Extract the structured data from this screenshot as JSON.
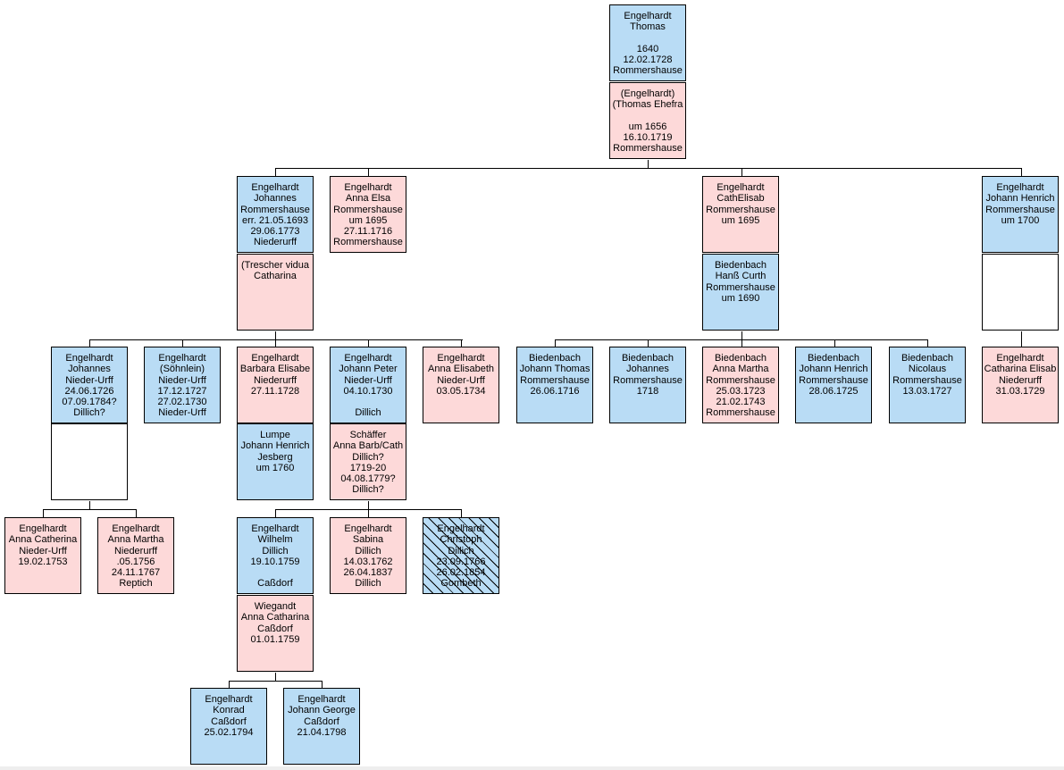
{
  "colors": {
    "male": "#b9dcf5",
    "female": "#fdd9d9"
  },
  "people": [
    {
      "id": "thomas",
      "sex": "m",
      "lines": [
        "Engelhardt",
        "Thomas",
        "",
        "1640",
        "12.02.1728",
        "Rommershause"
      ]
    },
    {
      "id": "thomas_wife",
      "sex": "f",
      "lines": [
        "(Engelhardt)",
        "(Thomas Ehefra",
        "",
        "um 1656",
        "16.10.1719",
        "Rommershause"
      ]
    },
    {
      "id": "johannes",
      "sex": "m",
      "lines": [
        "Engelhardt",
        "Johannes",
        "Rommershause",
        "err. 21.05.1693",
        "29.06.1773",
        "Niederurff"
      ]
    },
    {
      "id": "johannes_wife",
      "sex": "f",
      "lines": [
        "(Trescher vidua",
        "Catharina"
      ]
    },
    {
      "id": "anna_elsa",
      "sex": "f",
      "lines": [
        "Engelhardt",
        "Anna Elsa",
        "Rommershause",
        "um 1695",
        "27.11.1716",
        "Rommershause"
      ]
    },
    {
      "id": "cathelisab",
      "sex": "f",
      "lines": [
        "Engelhardt",
        "CathElisab",
        "Rommershause",
        "um 1695"
      ]
    },
    {
      "id": "biedenbach_hans",
      "sex": "m",
      "lines": [
        "Biedenbach",
        "Hanß Curth",
        "Rommershause",
        "um 1690"
      ]
    },
    {
      "id": "johann_henrich",
      "sex": "m",
      "lines": [
        "Engelhardt",
        "Johann Henrich",
        "Rommershause",
        "um 1700"
      ]
    },
    {
      "id": "johann_henrich_spouse",
      "sex": "e",
      "lines": []
    },
    {
      "id": "johannes2",
      "sex": "m",
      "lines": [
        "Engelhardt",
        "Johannes",
        "Nieder-Urff",
        "24.06.1726",
        "07.09.1784?",
        "Dillich?"
      ]
    },
    {
      "id": "johannes2_spouse",
      "sex": "e",
      "lines": []
    },
    {
      "id": "soehnlein",
      "sex": "m",
      "lines": [
        "Engelhardt",
        "(Söhnlein)",
        "Nieder-Urff",
        "17.12.1727",
        "27.02.1730",
        "Nieder-Urff"
      ]
    },
    {
      "id": "barbara",
      "sex": "f",
      "lines": [
        "Engelhardt",
        "Barbara Elisabe",
        "Niederurff",
        "27.11.1728"
      ]
    },
    {
      "id": "lumpe",
      "sex": "m",
      "lines": [
        "Lumpe",
        "Johann Henrich",
        "Jesberg",
        "um 1760"
      ]
    },
    {
      "id": "johann_peter",
      "sex": "m",
      "lines": [
        "Engelhardt",
        "Johann Peter",
        "Nieder-Urff",
        "04.10.1730",
        "",
        "Dillich"
      ]
    },
    {
      "id": "schaeffer",
      "sex": "f",
      "lines": [
        "Schäffer",
        "Anna Barb/Cath",
        "Dillich?",
        "1719-20",
        "04.08.1779?",
        "Dillich?"
      ]
    },
    {
      "id": "anna_elisabeth",
      "sex": "f",
      "lines": [
        "Engelhardt",
        "Anna Elisabeth",
        "Nieder-Urff",
        "03.05.1734"
      ]
    },
    {
      "id": "bb_johann_thomas",
      "sex": "m",
      "lines": [
        "Biedenbach",
        "Johann Thomas",
        "Rommershause",
        "26.06.1716"
      ]
    },
    {
      "id": "bb_johannes",
      "sex": "m",
      "lines": [
        "Biedenbach",
        "Johannes",
        "Rommershause",
        "1718"
      ]
    },
    {
      "id": "bb_anna_martha",
      "sex": "f",
      "lines": [
        "Biedenbach",
        "Anna Martha",
        "Rommershause",
        "25.03.1723",
        "21.02.1743",
        "Rommershause"
      ]
    },
    {
      "id": "bb_johann_henrich",
      "sex": "m",
      "lines": [
        "Biedenbach",
        "Johann Henrich",
        "Rommershause",
        "28.06.1725"
      ]
    },
    {
      "id": "bb_nicolaus",
      "sex": "m",
      "lines": [
        "Biedenbach",
        "Nicolaus",
        "Rommershause",
        "13.03.1727"
      ]
    },
    {
      "id": "catharina_elisab",
      "sex": "f",
      "lines": [
        "Engelhardt",
        "Catharina Elisab",
        "Niederurff",
        "31.03.1729"
      ]
    },
    {
      "id": "anna_catherina",
      "sex": "f",
      "lines": [
        "Engelhardt",
        "Anna Catherina",
        "Nieder-Urff",
        "19.02.1753"
      ]
    },
    {
      "id": "anna_martha",
      "sex": "f",
      "lines": [
        "Engelhardt",
        "Anna Martha",
        "Niederurff",
        ".05.1756",
        "24.11.1767",
        "Reptich"
      ]
    },
    {
      "id": "wilhelm",
      "sex": "m",
      "lines": [
        "Engelhardt",
        "Wilhelm",
        "Dillich",
        "19.10.1759",
        "",
        "Caßdorf"
      ]
    },
    {
      "id": "wiegandt",
      "sex": "f",
      "lines": [
        "Wiegandt",
        "Anna Catharina",
        "Caßdorf",
        "01.01.1759"
      ]
    },
    {
      "id": "sabina",
      "sex": "f",
      "lines": [
        "Engelhardt",
        "Sabina",
        "Dillich",
        "14.03.1762",
        "26.04.1837",
        "Dillich"
      ]
    },
    {
      "id": "christoph",
      "sex": "hatch",
      "lines": [
        "Engelhardt",
        "Christoph",
        "Dillich",
        "23.09.1766",
        "26.02.1854",
        "Gombeth"
      ]
    },
    {
      "id": "konrad",
      "sex": "m",
      "lines": [
        "Engelhardt",
        "Konrad",
        "Caßdorf",
        "25.02.1794"
      ]
    },
    {
      "id": "johann_george",
      "sex": "m",
      "lines": [
        "Engelhardt",
        "Johann George",
        "Caßdorf",
        "21.04.1798"
      ]
    }
  ]
}
